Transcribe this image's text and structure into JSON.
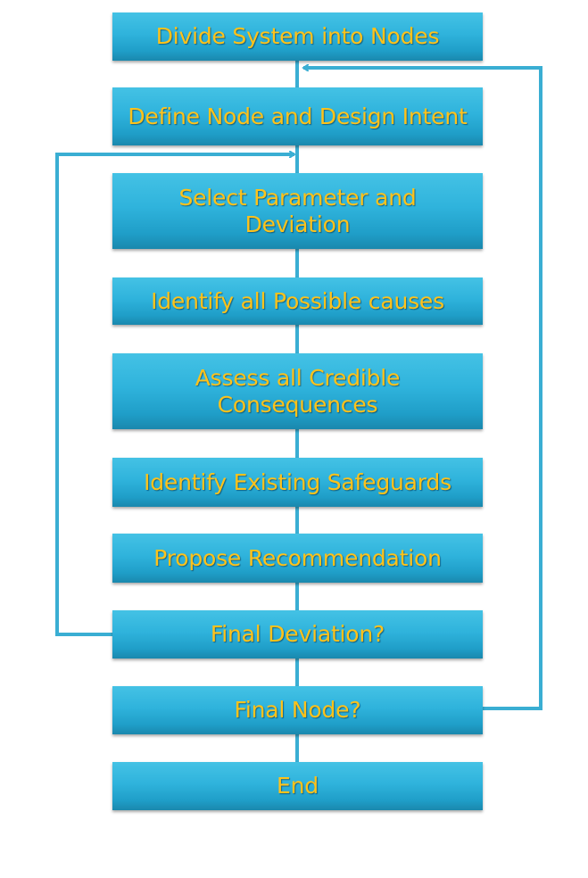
{
  "diagram": {
    "colors": {
      "box_top": "#44c2e5",
      "box_bottom": "#1a88ad",
      "label_text": "#ffc21a",
      "connector": "#3aaed3"
    },
    "steps": [
      {
        "id": "divide",
        "label": "Divide System into Nodes"
      },
      {
        "id": "define",
        "label": "Define Node and Design Intent"
      },
      {
        "id": "select",
        "label": "Select Parameter and Deviation"
      },
      {
        "id": "causes",
        "label": "Identify all Possible causes"
      },
      {
        "id": "consequences",
        "label": "Assess all Credible Consequences"
      },
      {
        "id": "safeguards",
        "label": "Identify Existing Safeguards"
      },
      {
        "id": "recommendation",
        "label": "Propose Recommendation"
      },
      {
        "id": "final-deviation",
        "label": "Final Deviation?"
      },
      {
        "id": "final-node",
        "label": "Final Node?"
      },
      {
        "id": "end",
        "label": "End"
      }
    ],
    "loops": [
      {
        "from": "final-deviation",
        "to": "select"
      },
      {
        "from": "final-node",
        "to": "define"
      }
    ]
  }
}
